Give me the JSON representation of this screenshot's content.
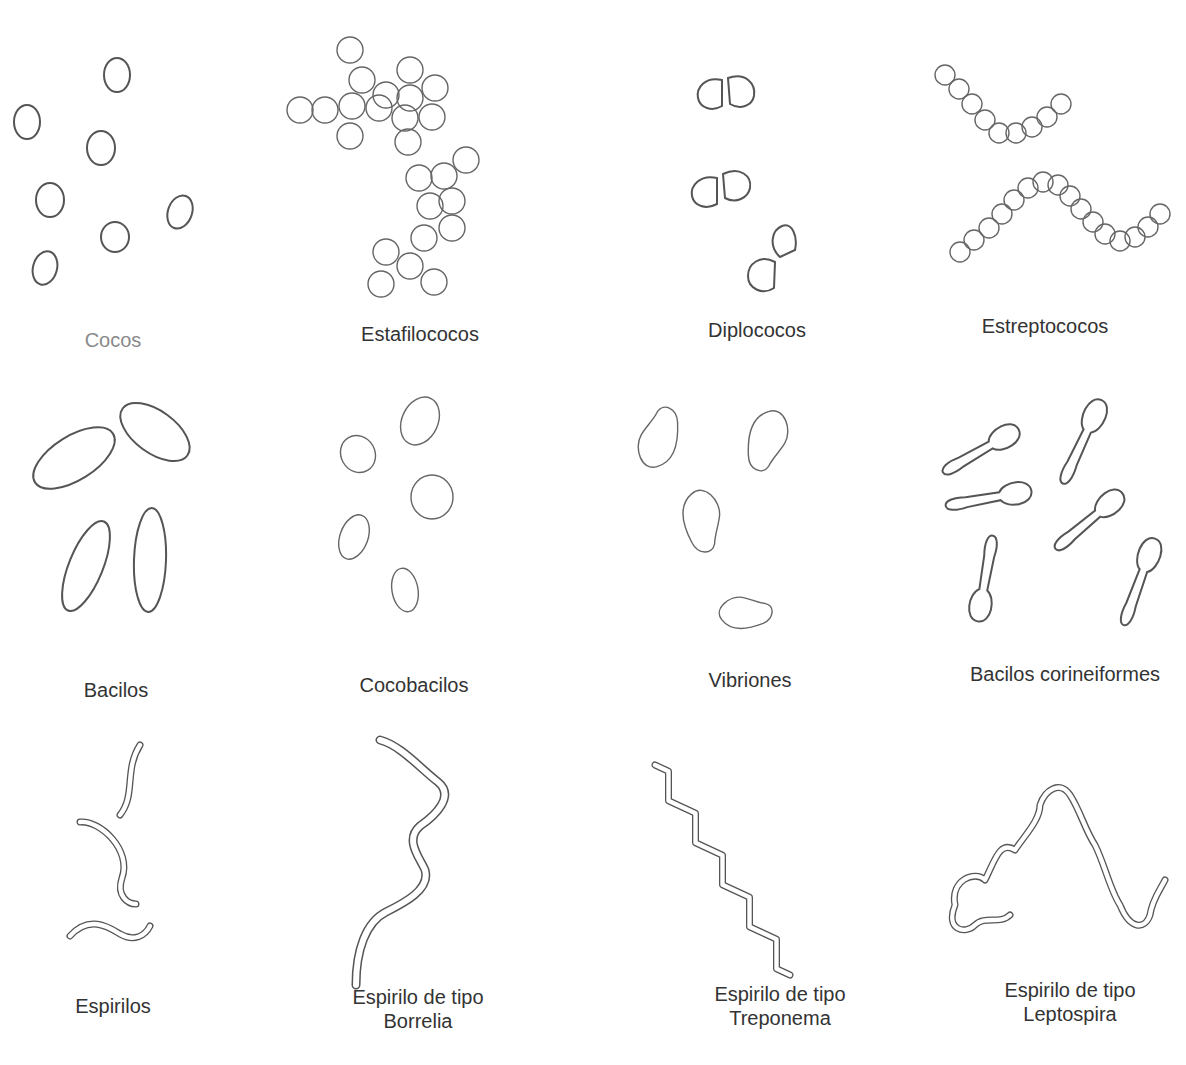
{
  "diagram": {
    "labels": [
      "Cocos",
      "Estafilococos",
      "Diplococos",
      "Estreptococos",
      "Bacilos",
      "Cocobacilos",
      "Vibriones",
      "Bacilos corineiformes",
      "Espirilos",
      "Espirilo de tipo Borrelia",
      "Espirilo de tipo Treponema",
      "Espirilo de tipo Leptospira"
    ]
  }
}
